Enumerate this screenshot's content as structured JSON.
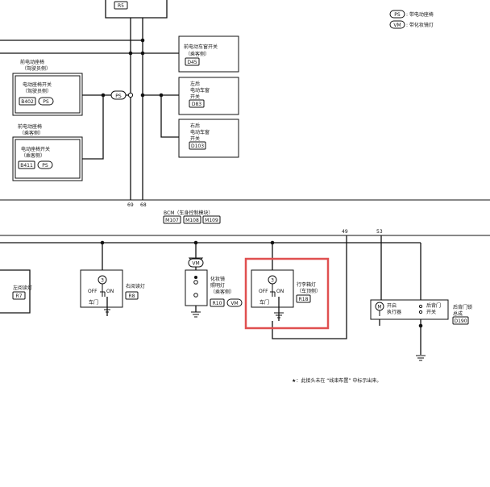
{
  "legend": {
    "ps_code": "PS",
    "ps_text": ": 带电动座椅",
    "vm_code": "VM",
    "vm_text": ": 带化妆镜灯"
  },
  "top": {
    "r5": "R5",
    "d45_line1": "前电动车窗开关",
    "d45_line2": "（乘客侧）",
    "d45_code": "D45",
    "d83_line1": "左后",
    "d83_line2": "电动车窗",
    "d83_line3": "开关",
    "d83_code": "D83",
    "d103_line1": "右后",
    "d103_line2": "电动车窗",
    "d103_line3": "开关",
    "d103_code": "D103",
    "seat1_label1": "前电动座椅",
    "seat1_label2": "（驾驶员侧）",
    "seat1_box1": "电动座椅开关",
    "seat1_box2": "（驾驶员侧）",
    "seat1_code": "B402",
    "seat2_label1": "前电动座椅",
    "seat2_label2": "（乘客侧）",
    "seat2_box1": "电动座椅开关",
    "seat2_box2": "（乘客侧）",
    "seat2_code": "B411",
    "ps_tag": "PS",
    "pin69": "69",
    "pin68": "68"
  },
  "bcm": {
    "title": "BCM（车身控制模块）",
    "c1": "M107",
    "c2": "M108",
    "c3": "M109",
    "pin49": "49",
    "pin53": "53"
  },
  "lamps": {
    "left": {
      "name": "左阅读灯",
      "code": "R7"
    },
    "right": {
      "off": "OFF",
      "on": "ON",
      "door": "车门",
      "name": "右阅读灯",
      "code": "R8"
    },
    "vanity": {
      "vm": "VM",
      "name1": "化妆镜",
      "name2": "照明灯",
      "name3": "（乘客侧）",
      "code": "R10",
      "vm2": "VM"
    },
    "trunk": {
      "off": "OFF",
      "on": "ON",
      "door": "车门",
      "name1": "行李箱灯",
      "name2": "（车顶侧）",
      "code": "R18"
    },
    "tailgate": {
      "m": "M",
      "act1": "开启",
      "act2": "执行器",
      "sw1": "后背门",
      "sw2": "开关",
      "title1": "后背门锁",
      "title2": "总成",
      "code": "D190"
    },
    "num": "3"
  },
  "footnote": "★：此接头未在 “线束布置” 中标示出来。",
  "highlight_color": "#e05050"
}
